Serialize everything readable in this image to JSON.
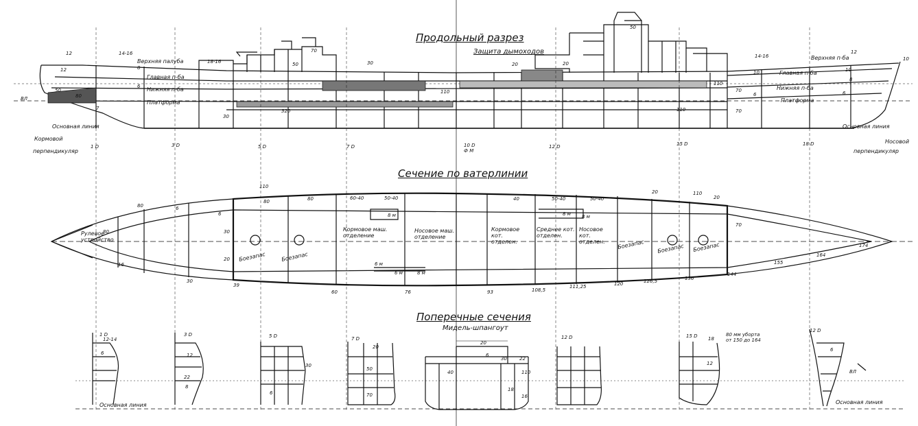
{
  "titles": {
    "longitudinal": "Продольный разрез",
    "waterline": "Сечение по ватерлинии",
    "transverse": "Поперечные сечения",
    "midship": "Мидель-шпангоут",
    "funnel_protection": "Защита дымоходов"
  },
  "profile": {
    "decks_aft": [
      "Верхняя палуба",
      "Главная п-ба",
      "Нижняя п-ба",
      "Платформа"
    ],
    "decks_fwd": [
      "Верхняя п-ба",
      "Главная п-ба",
      "Нижняя п-ба",
      "Платформа"
    ],
    "baseline_aft": "Основная линия",
    "baseline_fwd": "Основная линия",
    "aft_perpendicular": [
      "Кормовой",
      "перпендикуляр"
    ],
    "fwd_perpendicular": [
      "Носовой",
      "перпендикуляр"
    ],
    "waterline_mark": "ВЛ",
    "stations": [
      "1 D",
      "3 D",
      "5 D",
      "7 D",
      "10 D",
      "12 D",
      "15 D",
      "18 D"
    ],
    "station_sub": "Ф М",
    "armor_top": [
      "12",
      "14-16",
      "18-16",
      "50",
      "70",
      "30",
      "20",
      "20",
      "10",
      "50"
    ],
    "armor_belt": [
      "320",
      "110",
      "110",
      "110"
    ],
    "armor_fwd": [
      "14-16",
      "12",
      "10",
      "8",
      "6",
      "6",
      "70",
      "70"
    ],
    "armor_aft": [
      "12",
      "8",
      "50",
      "80",
      "6",
      "30",
      "7"
    ],
    "bow_mark": "10"
  },
  "plan": {
    "compartments": [
      "Рулевое устройство",
      "Боезапас",
      "Боезапас",
      "Кормовое маш. отделение",
      "Носовое маш. отделение",
      "Кормовое кот. отделен.",
      "Среднее кот. отделен.",
      "Носовое кот. отделен.",
      "Боезапас",
      "Боезапас",
      "Боезапас"
    ],
    "frames": [
      "16",
      "30",
      "39",
      "60",
      "76",
      "93",
      "108,5",
      "111,25",
      "120",
      "126,5",
      "136",
      "144",
      "155",
      "164",
      "174"
    ],
    "armor_labels": [
      "110",
      "80",
      "80",
      "60-40",
      "50-40",
      "40",
      "50-40",
      "50-40",
      "20",
      "110",
      "20",
      "70",
      "80",
      "80",
      "6",
      "6",
      "30",
      "20"
    ],
    "dims": [
      "8 м",
      "6 м",
      "8 м",
      "8 м",
      "8 м",
      "6 м"
    ]
  },
  "sections": {
    "stations": [
      "1 D",
      "3 D",
      "5 D",
      "7 D",
      "12 D",
      "15 D",
      "12 D"
    ],
    "baseline_left": "Основная линия",
    "baseline_right": "Основная линия",
    "waterline_mark": "ВЛ",
    "note_80mm": "80 мм уборта от 150 до 164",
    "midship_nums": [
      "20",
      "6",
      "30",
      "22",
      "40",
      "110",
      "18",
      "16"
    ],
    "sec_nums": [
      "12-14",
      "6",
      "12",
      "22",
      "8",
      "6",
      "30",
      "20",
      "50",
      "70",
      "18",
      "12",
      "6"
    ]
  }
}
